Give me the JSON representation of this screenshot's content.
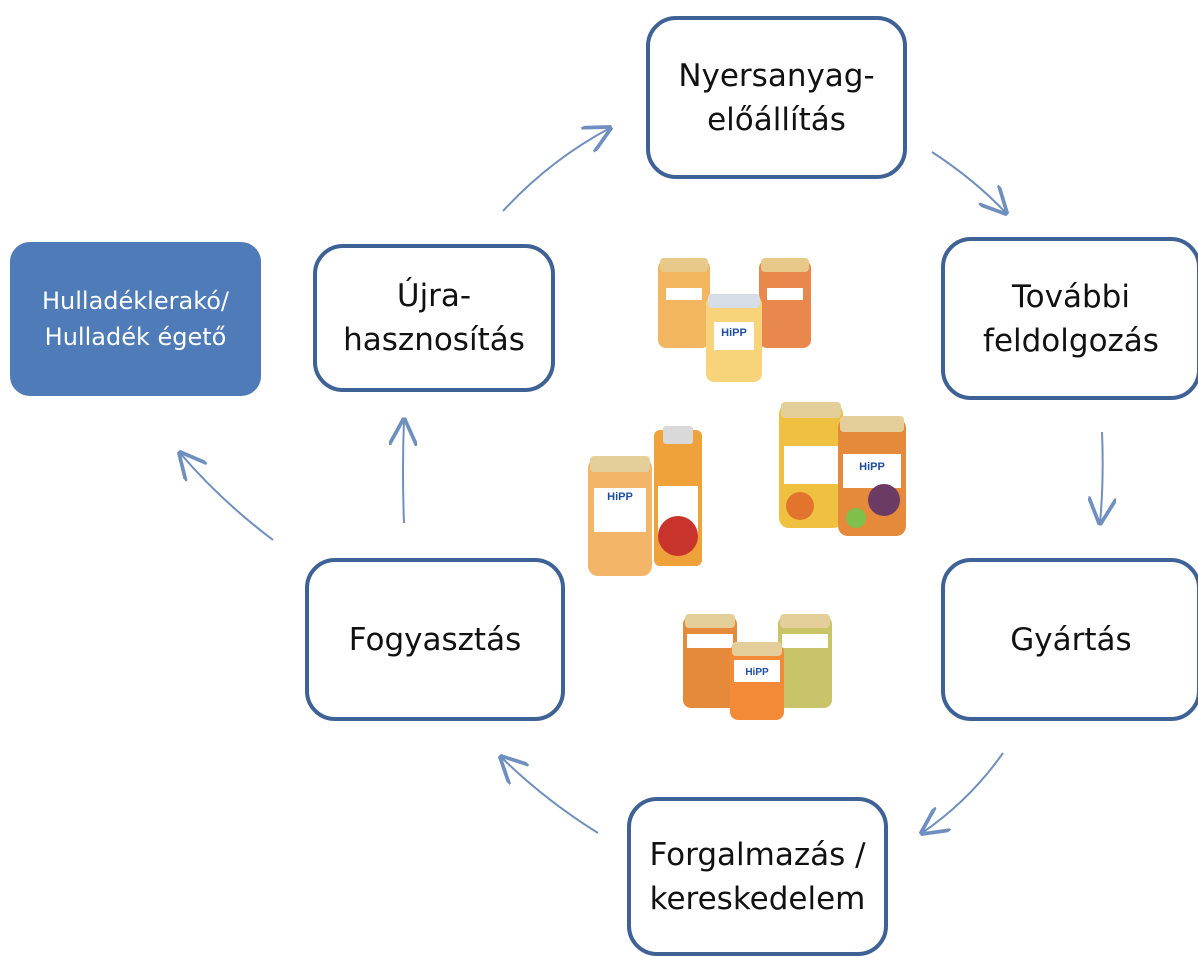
{
  "diagram": {
    "nodes": {
      "raw_material": {
        "line1": "Nyersanyag-",
        "line2": "előállítás"
      },
      "processing": {
        "line1": "További",
        "line2": "feldolgozás"
      },
      "production": {
        "line1": "Gyártás"
      },
      "distribution": {
        "line1": "Forgalmazás /",
        "line2": "kereskedelem"
      },
      "consumption": {
        "line1": "Fogyasztás"
      },
      "recycling": {
        "line1": "Újra-",
        "line2": "hasznosítás"
      },
      "landfill": {
        "line1": "Hulladéklerakó/",
        "line2": "Hulladék égető"
      }
    },
    "colors": {
      "border": "#3f6296",
      "arrow": "#6f8fbf",
      "filled": "#4f7bb8"
    },
    "image": {
      "description_icon": "baby-food-jars-photo",
      "brand": "HiPP"
    }
  }
}
